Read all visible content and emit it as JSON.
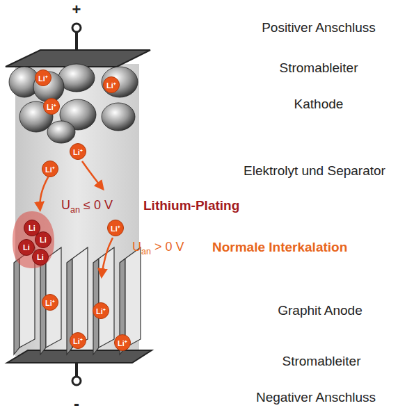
{
  "diagram": {
    "nodes": [
      {
        "text": [
          "Li⁺"
        ]
      },
      {
        "text": [
          "Li⁺"
        ]
      },
      {
        "text": [
          "Li⁺"
        ]
      },
      {
        "text": [
          "Li⁺"
        ]
      },
      {
        "text": [
          "Li⁺"
        ]
      },
      {
        "text": [
          "Li⁺"
        ]
      },
      {
        "text": []
      },
      {
        "text": [
          "Li"
        ],
        "in": 6
      },
      {
        "text": [
          "Li"
        ],
        "in": 6
      },
      {
        "text": [
          "Li"
        ],
        "in": 6
      },
      {
        "text": [
          "Li"
        ],
        "in": 6
      },
      {
        "text": [
          "Li⁺"
        ]
      },
      {
        "text": [
          "Li⁺"
        ]
      },
      {
        "text": [
          "Li⁺"
        ]
      },
      {
        "text": [
          "Li⁺"
        ]
      }
    ],
    "edges": [
      {
        "from": 4,
        "to": 6,
        "arrow": "to"
      }
    ],
    "labels": [
      "+",
      "Positiver Anschluss",
      "Stromableiter",
      "Kathode",
      "Elektrolyt und Separator",
      "Uan ≤ 0 V",
      "Lithium-Plating",
      "Uan > 0 V",
      "Normale Interkalation",
      "Graphit Anode",
      "Stromableiter",
      "Negativer Anschluss",
      "-"
    ]
  }
}
